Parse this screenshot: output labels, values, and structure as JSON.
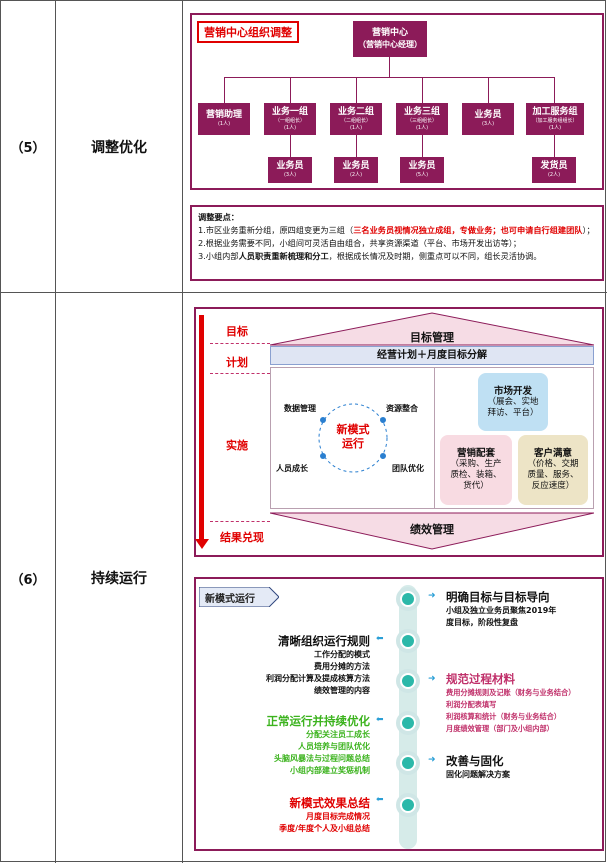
{
  "rows": [
    {
      "num": "（5）",
      "title": "调整优化"
    },
    {
      "num": "（6）",
      "title": "持续运行"
    }
  ],
  "org": {
    "title": "营销中心组织调整",
    "root": {
      "name": "营销中心",
      "sub": "（营销中心经理）"
    },
    "level1": [
      {
        "name": "营销助理",
        "role": "",
        "count": "(1人)"
      },
      {
        "name": "业务一组",
        "role": "（一组组长）",
        "count": "(1人)"
      },
      {
        "name": "业务二组",
        "role": "（二组组长）",
        "count": "(1人)"
      },
      {
        "name": "业务三组",
        "role": "（三组组长）",
        "count": "(1人)"
      },
      {
        "name": "业务员",
        "role": "",
        "count": "(3人)"
      },
      {
        "name": "加工服务组",
        "role": "（加工服务组组长）",
        "count": "(1人)"
      }
    ],
    "level2": [
      {
        "name": "业务员",
        "count": "(3人)"
      },
      {
        "name": "业务员",
        "count": "(2人)"
      },
      {
        "name": "业务员",
        "count": "(5人)"
      },
      {
        "name": "发货员",
        "count": "(2人)"
      }
    ]
  },
  "notes": {
    "heading": "调整要点：",
    "l1a": "1.市区业务重新分组，原四组变更为三组（",
    "l1b": "三名业务员视情况独立成组，专做业务；也可申请自行组建团队",
    "l1c": "）；",
    "l2": "2.根据业务需要不同，小组间可灵活自由组合，共享资源渠道（平台、市场开发出访等）；",
    "l3a": "3.小组内部",
    "l3b": "人员职责重新梳理和分工",
    "l3c": "，根据成长情况及时期，侧重点可以不同，组长灵活协调。"
  },
  "cycle": {
    "tag_goal": "目标",
    "tag_plan": "计划",
    "tag_impl": "实施",
    "tag_result": "结果兑现",
    "goal_mgmt": "目标管理",
    "plan_bar": "经营计划＋月度目标分解",
    "perf_mgmt": "绩效管理",
    "center": "新模式\n运行",
    "q_data": "数据管理",
    "q_res": "资源整合",
    "q_people": "人员成长",
    "q_team": "团队优化",
    "market": {
      "title": "市场开发",
      "body": "（展会、实地\n拜访、平台）"
    },
    "support": {
      "title": "营销配套",
      "body": "（采购、生产\n质检、装箱、\n货代）"
    },
    "cust": {
      "title": "客户满意",
      "body": "（价格、交期\n质量、服务、\n反应速度）"
    }
  },
  "timeline": {
    "label": "新模式运行",
    "r1": {
      "title": "明确目标与目标导向",
      "items": [
        "小组及独立业务员聚焦2019年",
        "度目标，阶段性复盘"
      ]
    },
    "l1": {
      "title": "清晰组织运行规则",
      "items": [
        "工作分配的模式",
        "费用分摊的方法",
        "利润分配计算及提成核算方法",
        "绩效管理的内容"
      ]
    },
    "r2": {
      "title": "规范过程材料",
      "items": [
        "费用分摊规则及记账（财务与业务结合）",
        "利润分配表填写",
        "利润核算和统计（财务与业务结合）",
        "月度绩效管理（部门及小组内部）"
      ]
    },
    "l2": {
      "title": "正常运行并持续优化",
      "items": [
        "分配关注员工成长",
        "人员培养与团队优化",
        "头脑风暴法与过程问题总结",
        "小组内部建立奖惩机制"
      ]
    },
    "r3": {
      "title": "改善与固化",
      "items": [
        "固化问题解决方案"
      ]
    },
    "l3": {
      "title": "新模式效果总结",
      "items": [
        "月度目标完成情况",
        "季度/年度个人及小组总结"
      ]
    }
  },
  "colors": {
    "brand": "#8c1b59",
    "red": "#e00000",
    "teal": "#2bb8a9",
    "green": "#3cb31e"
  }
}
